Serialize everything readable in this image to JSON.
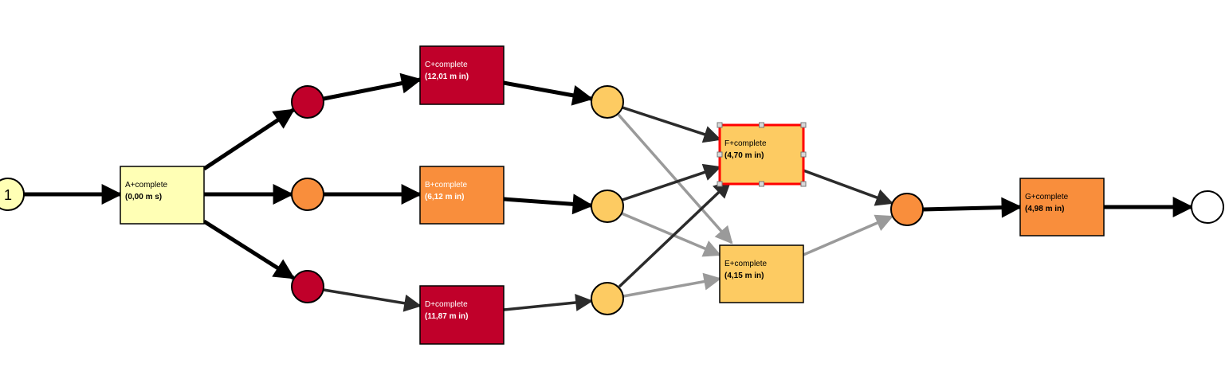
{
  "colors": {
    "dark_red": "#C0002A",
    "orange": "#F98E3C",
    "light_orange": "#FDCB62",
    "pale_yellow": "#FFFFB5",
    "white": "#FFFFFF",
    "edge_dark": "#2B2B2B",
    "edge_black": "#000000",
    "edge_gray": "#9A9A9A",
    "selection": "#FF0000"
  },
  "source_place": {
    "label": "1",
    "color": "pale_yellow"
  },
  "sink_place": {
    "color": "white"
  },
  "places": [
    {
      "id": "p_a_c",
      "color": "dark_red"
    },
    {
      "id": "p_a_b",
      "color": "orange"
    },
    {
      "id": "p_a_d",
      "color": "dark_red"
    },
    {
      "id": "p_c",
      "color": "light_orange"
    },
    {
      "id": "p_b",
      "color": "light_orange"
    },
    {
      "id": "p_d",
      "color": "light_orange"
    },
    {
      "id": "p_join",
      "color": "orange"
    }
  ],
  "transitions": [
    {
      "id": "t_a",
      "name": "A+complete",
      "duration": "(0,00 m s)",
      "fill": "pale_yellow",
      "text": "#000000"
    },
    {
      "id": "t_c",
      "name": "C+complete",
      "duration": "(12,01 m in)",
      "fill": "dark_red",
      "text": "#FFFFFF"
    },
    {
      "id": "t_b",
      "name": "B+complete",
      "duration": "(6,12 m in)",
      "fill": "orange",
      "text": "#FFFFFF"
    },
    {
      "id": "t_d",
      "name": "D+complete",
      "duration": "(11,87 m in)",
      "fill": "dark_red",
      "text": "#FFFFFF"
    },
    {
      "id": "t_f",
      "name": "F+complete",
      "duration": "(4,70 m in)",
      "fill": "light_orange",
      "text": "#000000",
      "selected": true
    },
    {
      "id": "t_e",
      "name": "E+complete",
      "duration": "(4,15 m in)",
      "fill": "light_orange",
      "text": "#000000"
    },
    {
      "id": "t_g",
      "name": "G+complete",
      "duration": "(4,98 m in)",
      "fill": "orange",
      "text": "#000000"
    }
  ],
  "arcs": [
    {
      "from": "source",
      "to": "t_a",
      "color": "edge_black",
      "weight": "heavy"
    },
    {
      "from": "t_a",
      "to": "p_a_c",
      "color": "edge_black",
      "weight": "heavy"
    },
    {
      "from": "t_a",
      "to": "p_a_b",
      "color": "edge_black",
      "weight": "heavy"
    },
    {
      "from": "t_a",
      "to": "p_a_d",
      "color": "edge_black",
      "weight": "heavy"
    },
    {
      "from": "p_a_c",
      "to": "t_c",
      "color": "edge_black",
      "weight": "heavy"
    },
    {
      "from": "p_a_b",
      "to": "t_b",
      "color": "edge_black",
      "weight": "heavy"
    },
    {
      "from": "p_a_d",
      "to": "t_d",
      "color": "edge_dark",
      "weight": "light"
    },
    {
      "from": "t_c",
      "to": "p_c",
      "color": "edge_black",
      "weight": "heavy"
    },
    {
      "from": "t_b",
      "to": "p_b",
      "color": "edge_black",
      "weight": "heavy"
    },
    {
      "from": "t_d",
      "to": "p_d",
      "color": "edge_dark",
      "weight": "light"
    },
    {
      "from": "p_c",
      "to": "t_f",
      "color": "edge_dark",
      "weight": "light"
    },
    {
      "from": "p_c",
      "to": "t_e",
      "color": "edge_gray",
      "weight": "light"
    },
    {
      "from": "p_b",
      "to": "t_f",
      "color": "edge_dark",
      "weight": "light"
    },
    {
      "from": "p_b",
      "to": "t_e",
      "color": "edge_gray",
      "weight": "light"
    },
    {
      "from": "p_d",
      "to": "t_f",
      "color": "edge_dark",
      "weight": "light"
    },
    {
      "from": "p_d",
      "to": "t_e",
      "color": "edge_gray",
      "weight": "light"
    },
    {
      "from": "t_f",
      "to": "p_join",
      "color": "edge_dark",
      "weight": "light"
    },
    {
      "from": "t_e",
      "to": "p_join",
      "color": "edge_gray",
      "weight": "light"
    },
    {
      "from": "p_join",
      "to": "t_g",
      "color": "edge_black",
      "weight": "heavy"
    },
    {
      "from": "t_g",
      "to": "sink",
      "color": "edge_black",
      "weight": "heavy"
    }
  ]
}
